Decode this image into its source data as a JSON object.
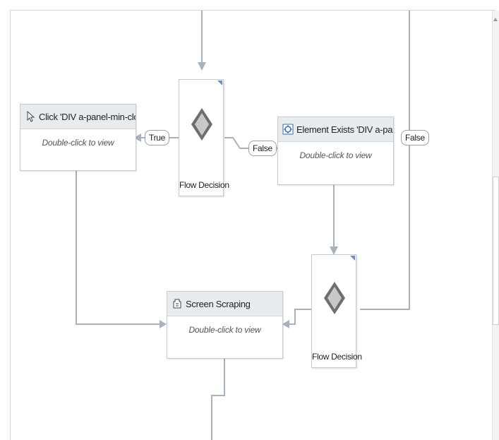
{
  "designer": {
    "activities": {
      "click": {
        "title": "Click 'DIV  a-panel-min-clo",
        "hint": "Double-click to view",
        "icon": "cursor-icon"
      },
      "element_exists": {
        "title": "Element Exists 'DIV  a-pane",
        "hint": "Double-click to view",
        "icon": "element-exists-icon"
      },
      "screen_scraping": {
        "title": "Screen Scraping",
        "hint": "Double-click to view",
        "icon": "screen-scraping-icon"
      }
    },
    "decisions": {
      "top": {
        "label": "Flow Decision",
        "icon": "flow-decision-diamond-icon"
      },
      "bottom": {
        "label": "Flow Decision",
        "icon": "flow-decision-diamond-icon"
      }
    },
    "connectors": {
      "true_label": "True",
      "false_label": "False",
      "false_right_label": "False"
    }
  },
  "colors": {
    "connector": "#a9b2bc",
    "card_border": "#c6cbd1",
    "card_header": "#e9ecef",
    "diamond_fill": "#6e6e6e",
    "accent": "#6f8fb7"
  }
}
